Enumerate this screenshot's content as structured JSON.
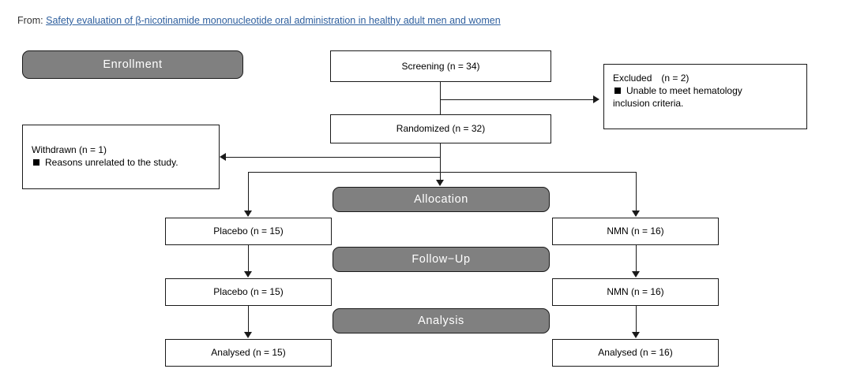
{
  "source": {
    "label": "From:",
    "link_text": "Safety evaluation of β-nicotinamide mononucleotide oral administration in healthy adult men and women",
    "link_color": "#2e5f9e"
  },
  "colors": {
    "stage_fill": "#808080",
    "stage_text": "#ffffff",
    "node_border": "#1a1a1a",
    "node_fill": "#ffffff",
    "connector": "#1a1a1a"
  },
  "stages": [
    {
      "id": "enrollment",
      "label": "Enrollment"
    },
    {
      "id": "allocation",
      "label": "Allocation"
    },
    {
      "id": "follow-up",
      "label": "Follow−Up"
    },
    {
      "id": "analysis",
      "label": "Analysis"
    }
  ],
  "nodes": {
    "screening": {
      "label": "Screening (n = 34)"
    },
    "randomized": {
      "label": "Randomized (n = 32)"
    },
    "excluded": {
      "line1": "Excluded　(n = 2)",
      "line2": "Unable to meet hematology",
      "line3": "inclusion criteria."
    },
    "withdrawn": {
      "line1": "Withdrawn (n = 1)",
      "line2": "Reasons unrelated to the study."
    },
    "placebo_allocation": {
      "label": "Placebo (n = 15)"
    },
    "nmn_allocation": {
      "label": "NMN (n = 16)"
    },
    "placebo_followup": {
      "label": "Placebo (n = 15)"
    },
    "nmn_followup": {
      "label": "NMN (n = 16)"
    },
    "placebo_analysis": {
      "label": "Analysed (n = 15)"
    },
    "nmn_analysis": {
      "label": "Analysed (n = 16)"
    }
  },
  "chart_data": {
    "type": "diagram",
    "title": "CONSORT participant flow diagram",
    "stages": [
      "Enrollment",
      "Allocation",
      "Follow−Up",
      "Analysis"
    ],
    "flow": [
      {
        "step": "Screening",
        "n": 34
      },
      {
        "step": "Excluded",
        "n": 2,
        "reason": "Unable to meet hematology inclusion criteria."
      },
      {
        "step": "Randomized",
        "n": 32
      },
      {
        "step": "Withdrawn",
        "n": 1,
        "reason": "Reasons unrelated to the study."
      },
      {
        "step": "Allocation: Placebo",
        "n": 15
      },
      {
        "step": "Allocation: NMN",
        "n": 16
      },
      {
        "step": "Follow-Up: Placebo",
        "n": 15
      },
      {
        "step": "Follow-Up: NMN",
        "n": 16
      },
      {
        "step": "Analysis: Analysed Placebo",
        "n": 15
      },
      {
        "step": "Analysis: Analysed NMN",
        "n": 16
      }
    ]
  }
}
